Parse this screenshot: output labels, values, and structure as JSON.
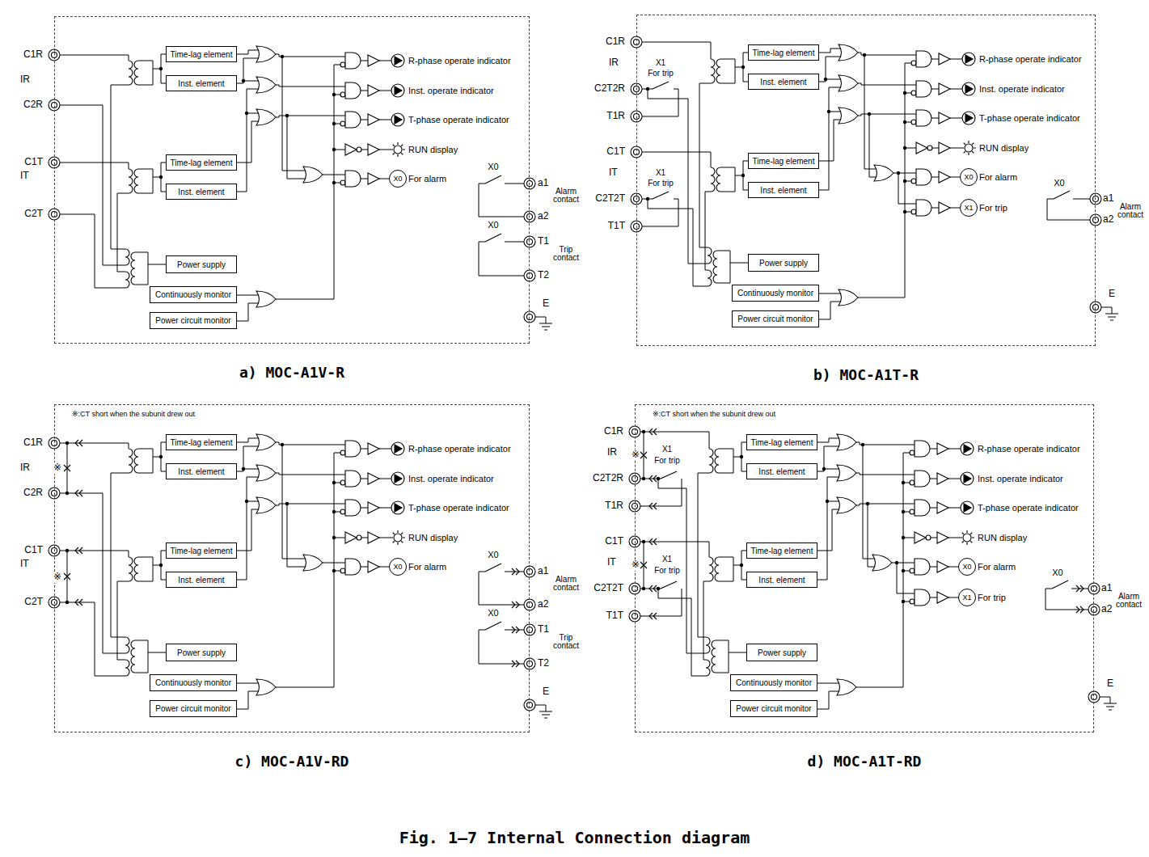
{
  "diagram": {
    "caption": "Fig. 1—7 Internal Connection diagram",
    "nodes": [
      {
        "text": [
          "a) MOC-A1V-R"
        ]
      },
      {
        "text": [
          "Time-lag element"
        ],
        "in": 0
      },
      {
        "text": [
          "Inst. element"
        ],
        "in": 0
      },
      {
        "text": [
          "Time-lag element"
        ],
        "in": 0
      },
      {
        "text": [
          "Inst. element"
        ],
        "in": 0
      },
      {
        "text": [
          "Power supply"
        ],
        "in": 0
      },
      {
        "text": [
          "Continuously monitor"
        ],
        "in": 0
      },
      {
        "text": [
          "Power circuit monitor"
        ],
        "in": 0
      },
      {
        "text": [
          "X0"
        ],
        "in": 0
      },
      {
        "text": [
          "b) MOC-A1T-R"
        ]
      },
      {
        "text": [
          "Time-lag element"
        ],
        "in": 9
      },
      {
        "text": [
          "Inst. element"
        ],
        "in": 9
      },
      {
        "text": [
          "Time-lag element"
        ],
        "in": 9
      },
      {
        "text": [
          "Inst. element"
        ],
        "in": 9
      },
      {
        "text": [
          "Power supply"
        ],
        "in": 9
      },
      {
        "text": [
          "Continuously monitor"
        ],
        "in": 9
      },
      {
        "text": [
          "Power circuit monitor"
        ],
        "in": 9
      },
      {
        "text": [
          "X0"
        ],
        "in": 9
      },
      {
        "text": [
          "X1"
        ],
        "in": 9
      },
      {
        "text": [
          "c) MOC-A1V-RD"
        ]
      },
      {
        "text": [
          "Time-lag element"
        ],
        "in": 19
      },
      {
        "text": [
          "Inst. element"
        ],
        "in": 19
      },
      {
        "text": [
          "Time-lag element"
        ],
        "in": 19
      },
      {
        "text": [
          "Inst. element"
        ],
        "in": 19
      },
      {
        "text": [
          "Power supply"
        ],
        "in": 19
      },
      {
        "text": [
          "Continuously monitor"
        ],
        "in": 19
      },
      {
        "text": [
          "Power circuit monitor"
        ],
        "in": 19
      },
      {
        "text": [
          "X0"
        ],
        "in": 19
      },
      {
        "text": [
          "d) MOC-A1T-RD"
        ]
      },
      {
        "text": [
          "Time-lag element"
        ],
        "in": 28
      },
      {
        "text": [
          "Inst. element"
        ],
        "in": 28
      },
      {
        "text": [
          "Time-lag element"
        ],
        "in": 28
      },
      {
        "text": [
          "Inst. element"
        ],
        "in": 28
      },
      {
        "text": [
          "Power supply"
        ],
        "in": 28
      },
      {
        "text": [
          "Continuously monitor"
        ],
        "in": 28
      },
      {
        "text": [
          "Power circuit monitor"
        ],
        "in": 28
      },
      {
        "text": [
          "X0"
        ],
        "in": 28
      },
      {
        "text": [
          "X1"
        ],
        "in": 28
      }
    ],
    "labels": [
      "C1R",
      "IR",
      "C2R",
      "C1T",
      "IT",
      "C2T",
      "R-phase operate indicator",
      "Inst. operate indicator",
      "T-phase operate indicator",
      "RUN display",
      "For alarm",
      "X0",
      "a1",
      "Alarm contact",
      "a2",
      "X0",
      "T1",
      "Trip contact",
      "T2",
      "E",
      "C1R",
      "IR",
      "X1",
      "For trip",
      "C2T2R",
      "T1R",
      "C1T",
      "IT",
      "X1",
      "For trip",
      "C2T2T",
      "T1T",
      "R-phase operate indicator",
      "Inst. operate indicator",
      "T-phase operate indicator",
      "RUN display",
      "For alarm",
      "For trip",
      "X0",
      "a1",
      "Alarm contact",
      "a2",
      "E",
      "※:CT short when the subunit drew out",
      "C1R",
      "IR",
      "※",
      "C2R",
      "C1T",
      "IT",
      "※",
      "C2T",
      "R-phase operate indicator",
      "Inst. operate indicator",
      "T-phase operate indicator",
      "RUN display",
      "For alarm",
      "X0",
      "a1",
      "Alarm contact",
      "a2",
      "X0",
      "T1",
      "Trip contact",
      "T2",
      "E",
      "※:CT short when the subunit drew out",
      "C1R",
      "IR",
      "※",
      "X1",
      "For trip",
      "C2T2R",
      "T1R",
      "C1T",
      "IT",
      "※",
      "X1",
      "For trip",
      "C2T2T",
      "T1T",
      "R-phase operate indicator",
      "Inst. operate indicator",
      "T-phase operate indicator",
      "RUN display",
      "For alarm",
      "For trip",
      "X0",
      "a1",
      "Alarm contact",
      "a2",
      "E"
    ]
  }
}
